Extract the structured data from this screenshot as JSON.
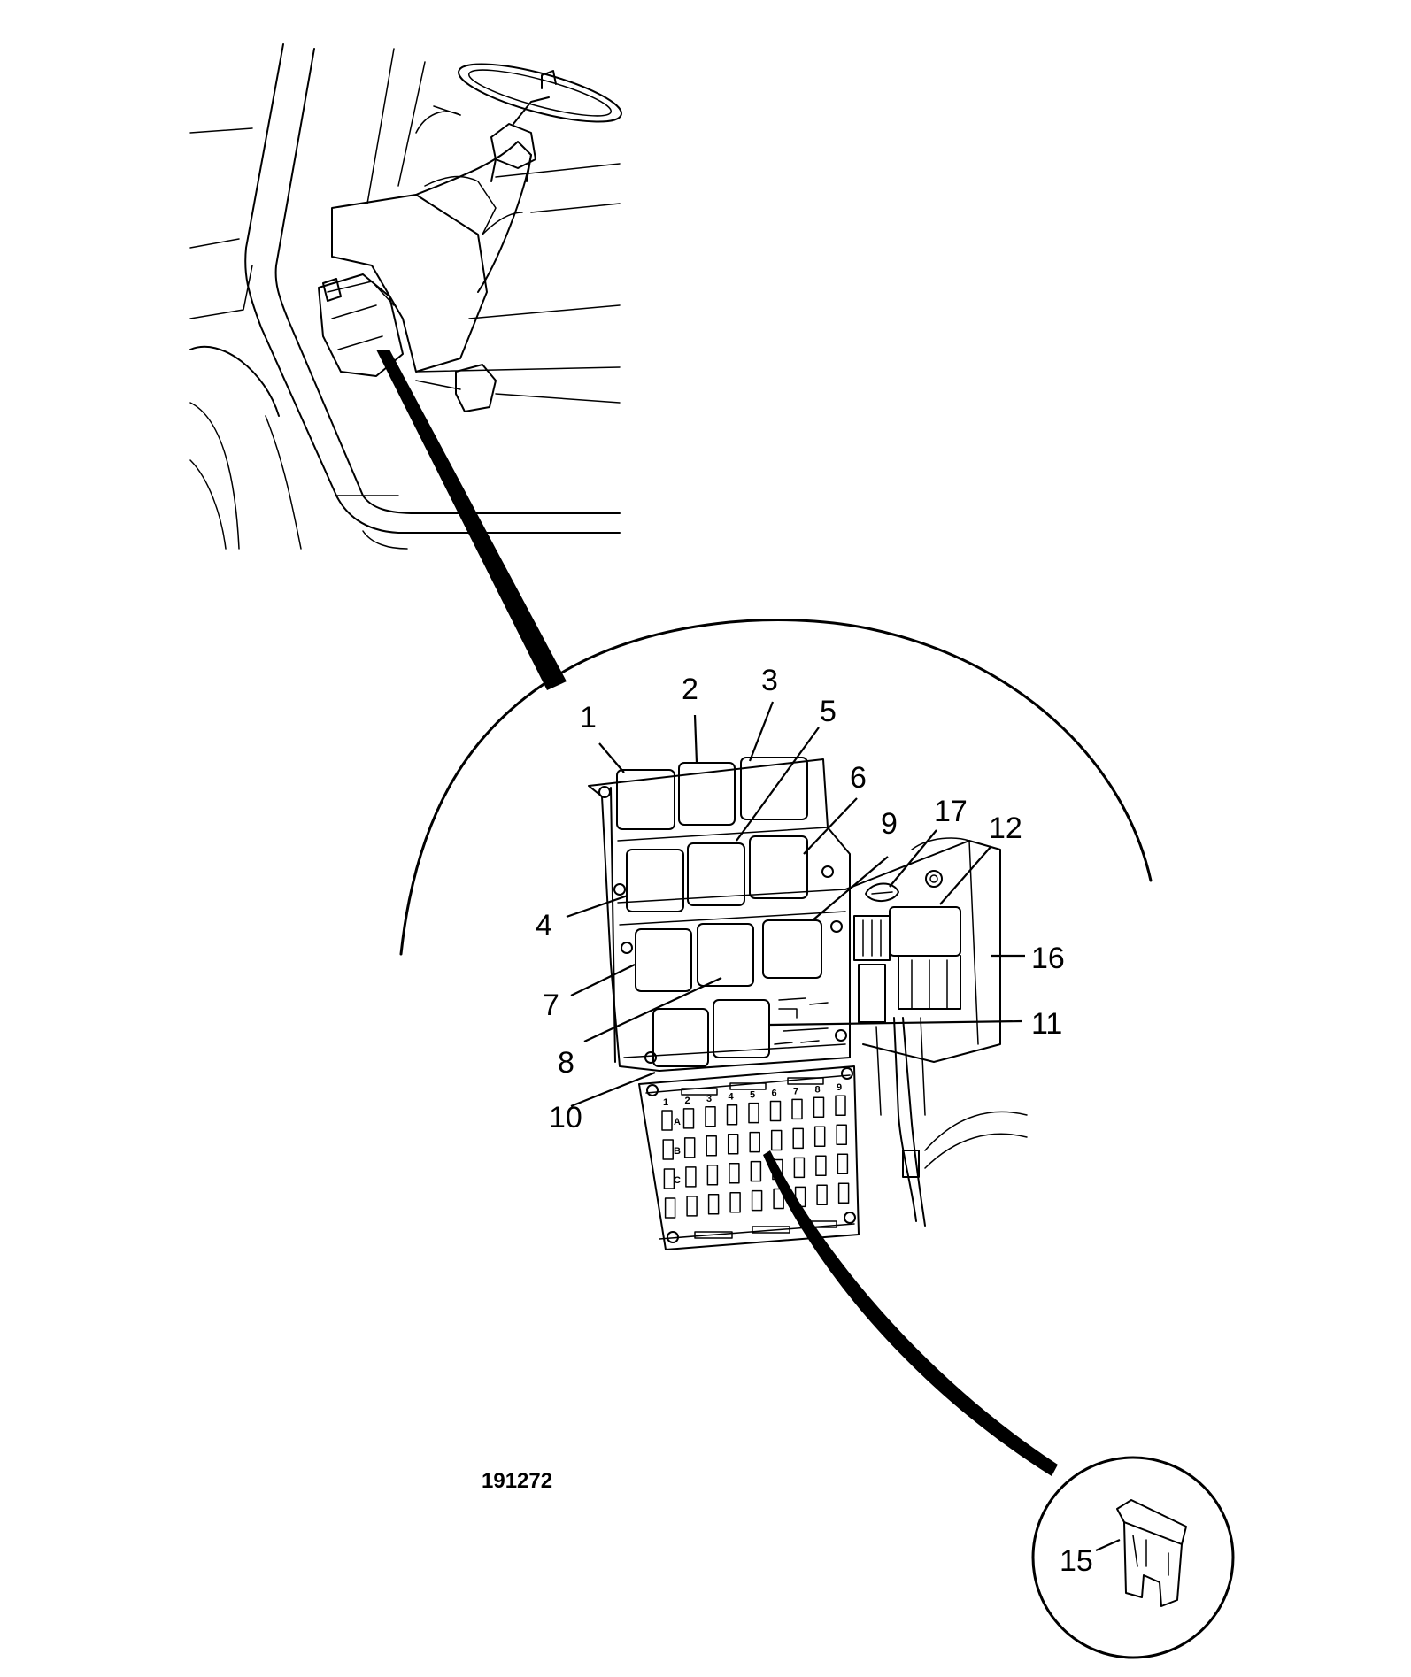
{
  "figure_reference": "191272",
  "callouts": [
    {
      "id": "1",
      "text": "1"
    },
    {
      "id": "2",
      "text": "2"
    },
    {
      "id": "3",
      "text": "3"
    },
    {
      "id": "4",
      "text": "4"
    },
    {
      "id": "5",
      "text": "5"
    },
    {
      "id": "6",
      "text": "6"
    },
    {
      "id": "7",
      "text": "7"
    },
    {
      "id": "8",
      "text": "8"
    },
    {
      "id": "9",
      "text": "9"
    },
    {
      "id": "10",
      "text": "10"
    },
    {
      "id": "11",
      "text": "11"
    },
    {
      "id": "12",
      "text": "12"
    },
    {
      "id": "15",
      "text": "15"
    },
    {
      "id": "16",
      "text": "16"
    },
    {
      "id": "17",
      "text": "17"
    }
  ],
  "fuse_panel": {
    "column_numbers": [
      "1",
      "2",
      "3",
      "4",
      "5",
      "6",
      "7",
      "8",
      "9"
    ],
    "row_letters": [
      "A",
      "B",
      "C"
    ]
  },
  "colors": {
    "line": "#000000",
    "background": "#ffffff"
  }
}
